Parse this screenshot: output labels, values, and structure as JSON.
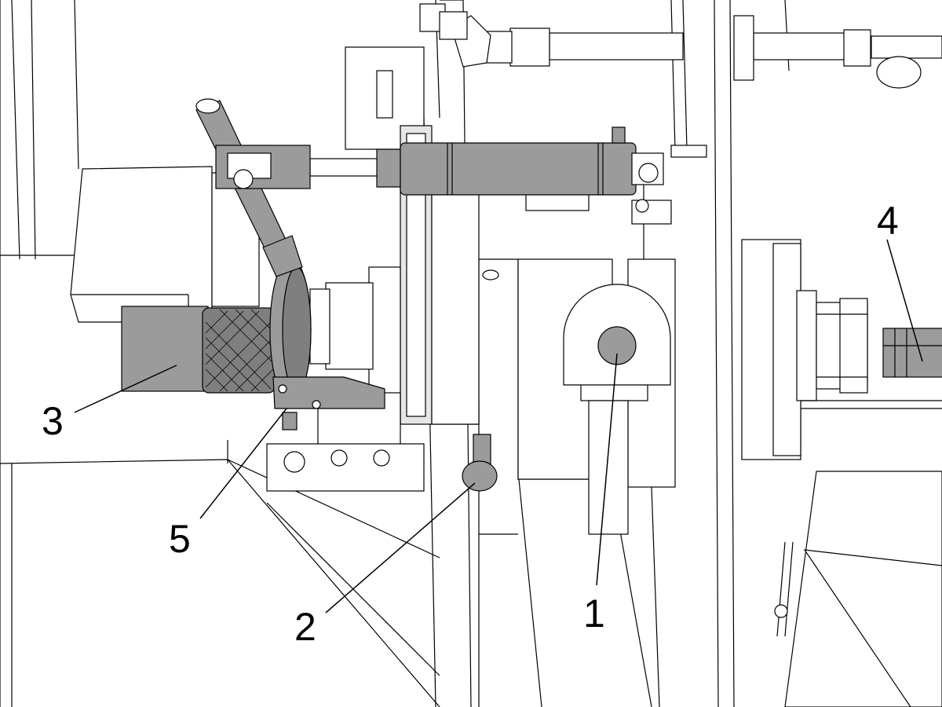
{
  "callouts": [
    {
      "id": "1",
      "label": "1"
    },
    {
      "id": "2",
      "label": "2"
    },
    {
      "id": "3",
      "label": "3"
    },
    {
      "id": "4",
      "label": "4"
    },
    {
      "id": "5",
      "label": "5"
    }
  ],
  "colors": {
    "line": "#000000",
    "fill_light": "#ffffff",
    "fill_gray": "#9b9b9b",
    "fill_gray_dark": "#7f7f7f",
    "fill_pale": "#e6e6e6"
  }
}
